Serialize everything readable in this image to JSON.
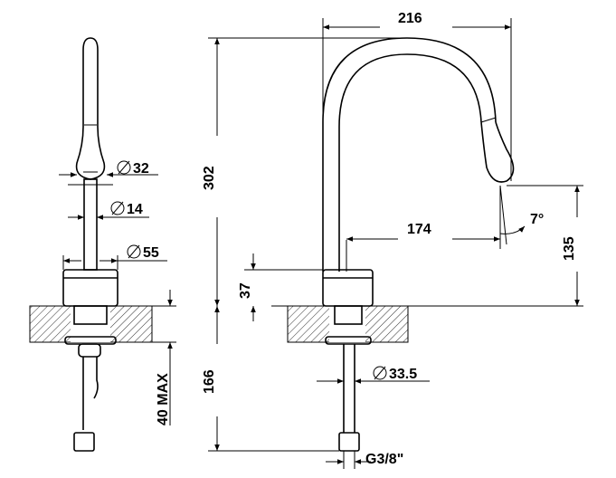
{
  "dimensions": {
    "dia_spout": "32",
    "dia_stem": "14",
    "dia_body": "55",
    "height_total": "302",
    "reach": "216",
    "reach_inner": "174",
    "angle": "7°",
    "height_outlet": "135",
    "body_height": "37",
    "below_counter": "166",
    "counter_max": "40 MAX",
    "dia_shank": "33.5",
    "thread": "G3/8\""
  },
  "colors": {
    "stroke": "#000000",
    "background": "#ffffff"
  }
}
